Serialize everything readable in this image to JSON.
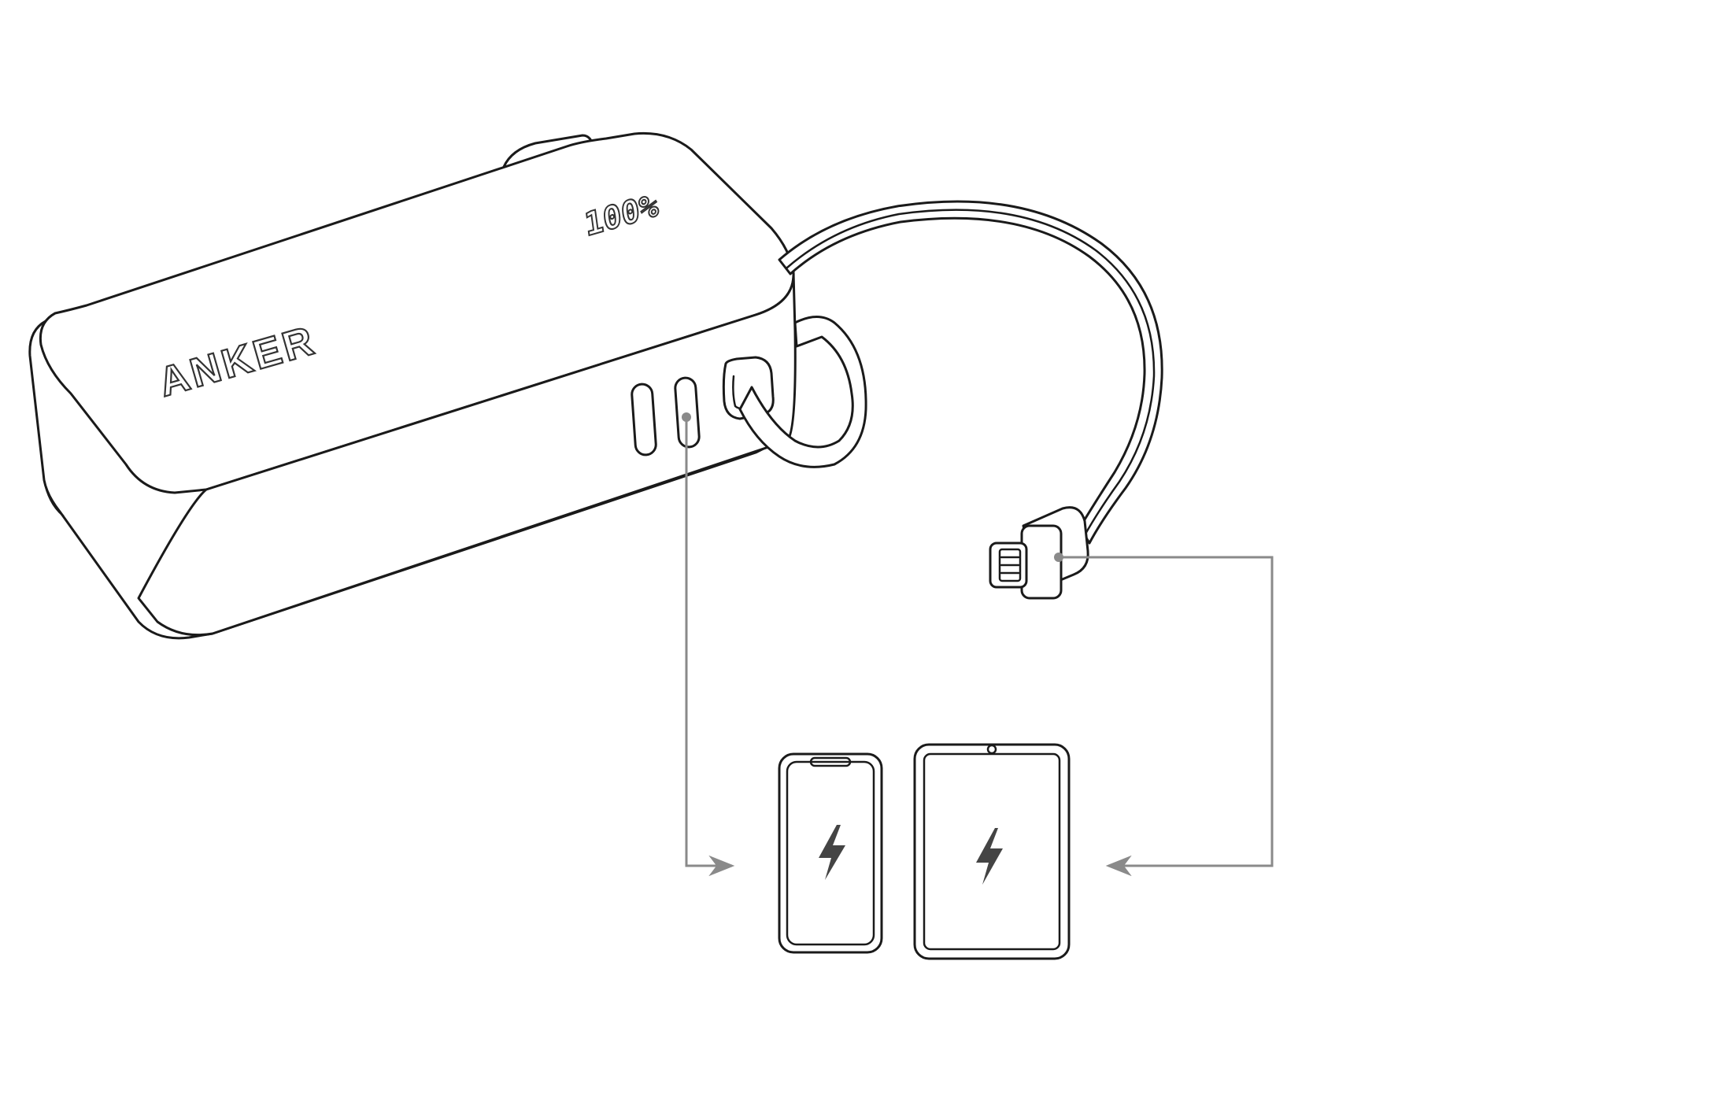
{
  "device": {
    "brand": "ANKER",
    "display_reading": "100%"
  },
  "colors": {
    "outline": "#1a1a1a",
    "connector": "#8a8a8a",
    "bolt": "#444444",
    "background": "#ffffff"
  },
  "icons": [
    "power-bank",
    "usb-c-port",
    "built-in-cable",
    "lightning-connector",
    "phone-icon",
    "tablet-icon",
    "charging-bolt-icon",
    "arrow-icon"
  ]
}
